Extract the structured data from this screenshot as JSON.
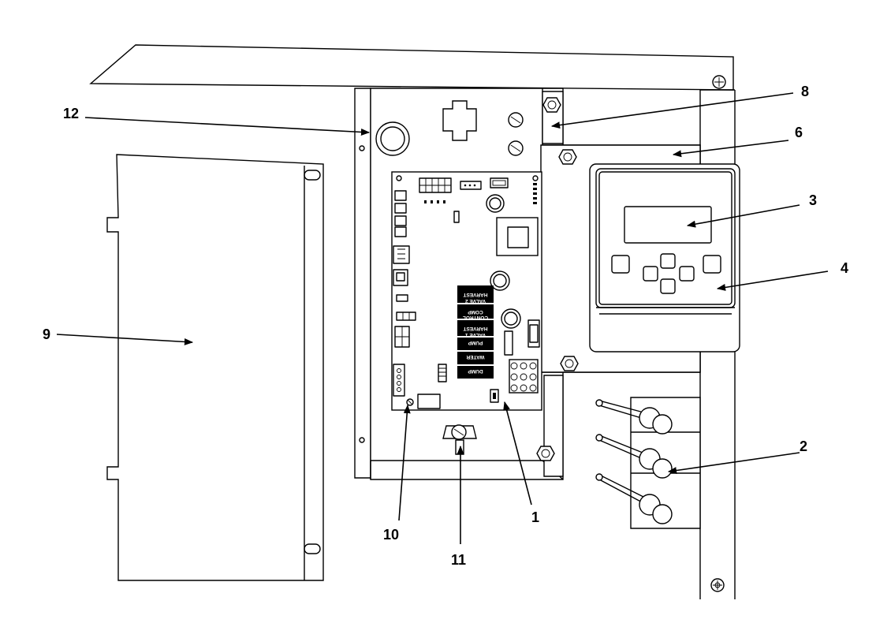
{
  "callouts": {
    "c1": "1",
    "c2": "2",
    "c3": "3",
    "c4": "4",
    "c6": "6",
    "c8": "8",
    "c9": "9",
    "c10": "10",
    "c11": "11",
    "c12": "12"
  },
  "relays": {
    "r1a": "HARVEST",
    "r1b": "VALVE 2",
    "r2a": "COMP",
    "r2b": "CONTROL",
    "r3a": "HARVEST",
    "r3b": "VALVE 1",
    "r4": "PUMP",
    "r5": "WATER",
    "r6": "DUMP"
  }
}
